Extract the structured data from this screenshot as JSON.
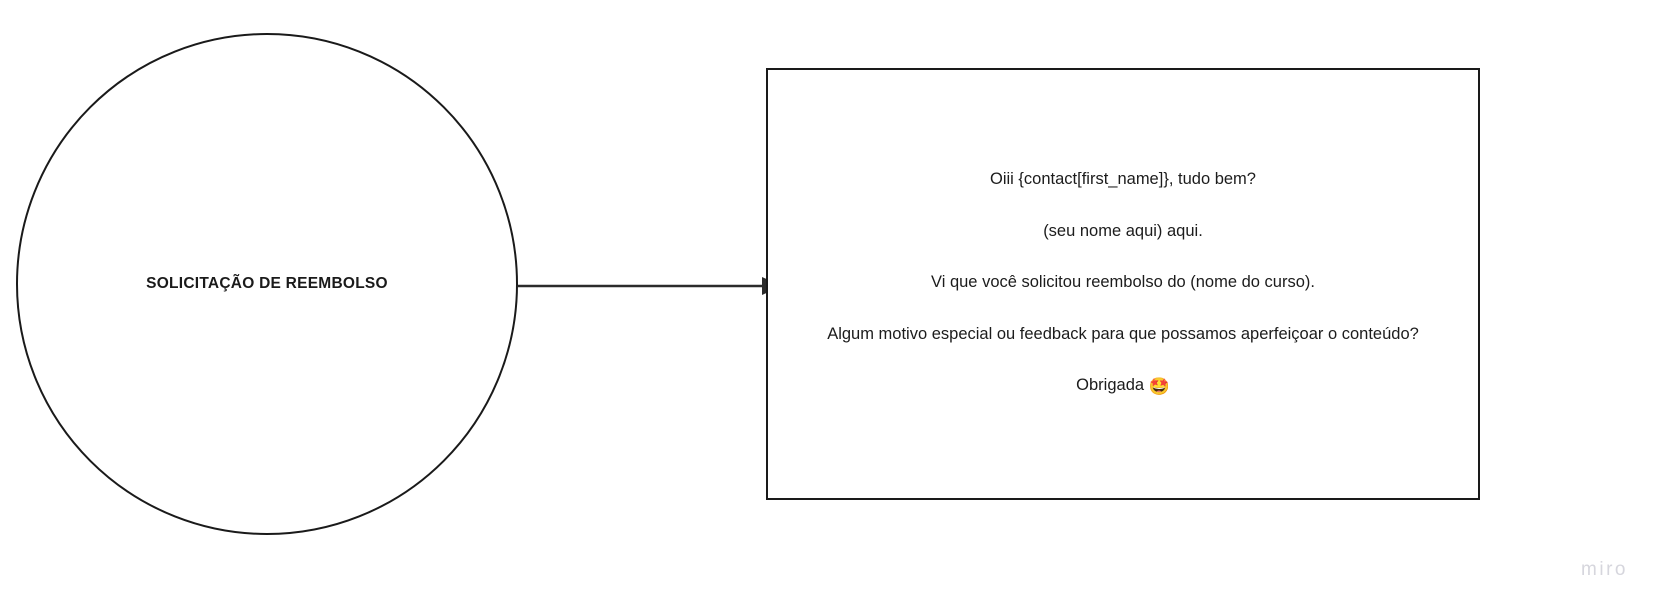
{
  "board": {
    "background_color": "#ffffff",
    "stroke_color": "#1a1a1a",
    "watermark": "miro",
    "watermark_color": "#d6d6dd"
  },
  "circle_node": {
    "label": "SOLICITAÇÃO DE REEMBOLSO"
  },
  "connector": {
    "type": "arrow-right",
    "label": ""
  },
  "message_node": {
    "lines": [
      "Oiii {contact[first_name]}, tudo bem?",
      "(seu nome aqui) aqui.",
      "Vi que você solicitou reembolso do (nome do curso).",
      "Algum motivo especial ou feedback para que possamos aperfeiçoar o conteúdo?",
      "Obrigada"
    ],
    "line_1": "Oiii {contact[first_name]}, tudo bem?",
    "line_2": "(seu nome aqui) aqui.",
    "line_3": "Vi que você solicitou reembolso do (nome do curso).",
    "line_4": "Algum motivo especial ou feedback para que possamos aperfeiçoar o conteúdo?",
    "line_5": "Obrigada",
    "emoji": "🤩"
  }
}
